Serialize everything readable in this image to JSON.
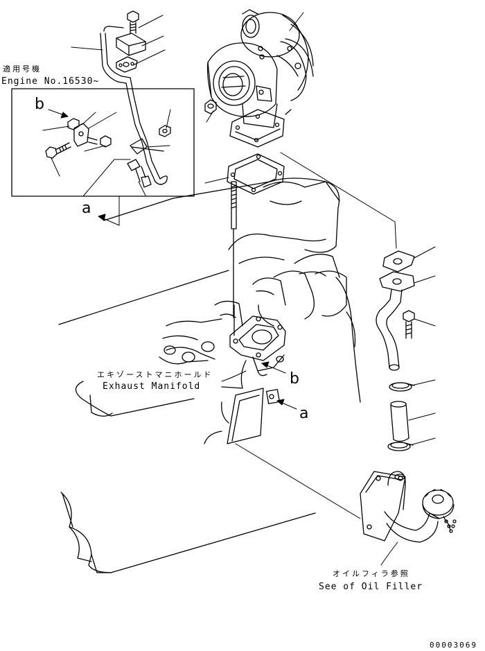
{
  "applicability": {
    "jp": "適用号機",
    "en": "Engine No.16530~"
  },
  "callouts": {
    "a_inset": "a",
    "b_inset": "b",
    "a_main": "a",
    "b_main": "b"
  },
  "labels": {
    "exhaust_manifold_jp": "エキゾーストマニホールド",
    "exhaust_manifold_en": "Exhaust Manifold",
    "oil_filler_jp": "オイルフィラ参照",
    "oil_filler_en": "See of Oil Filler"
  },
  "document_number": "00003069"
}
